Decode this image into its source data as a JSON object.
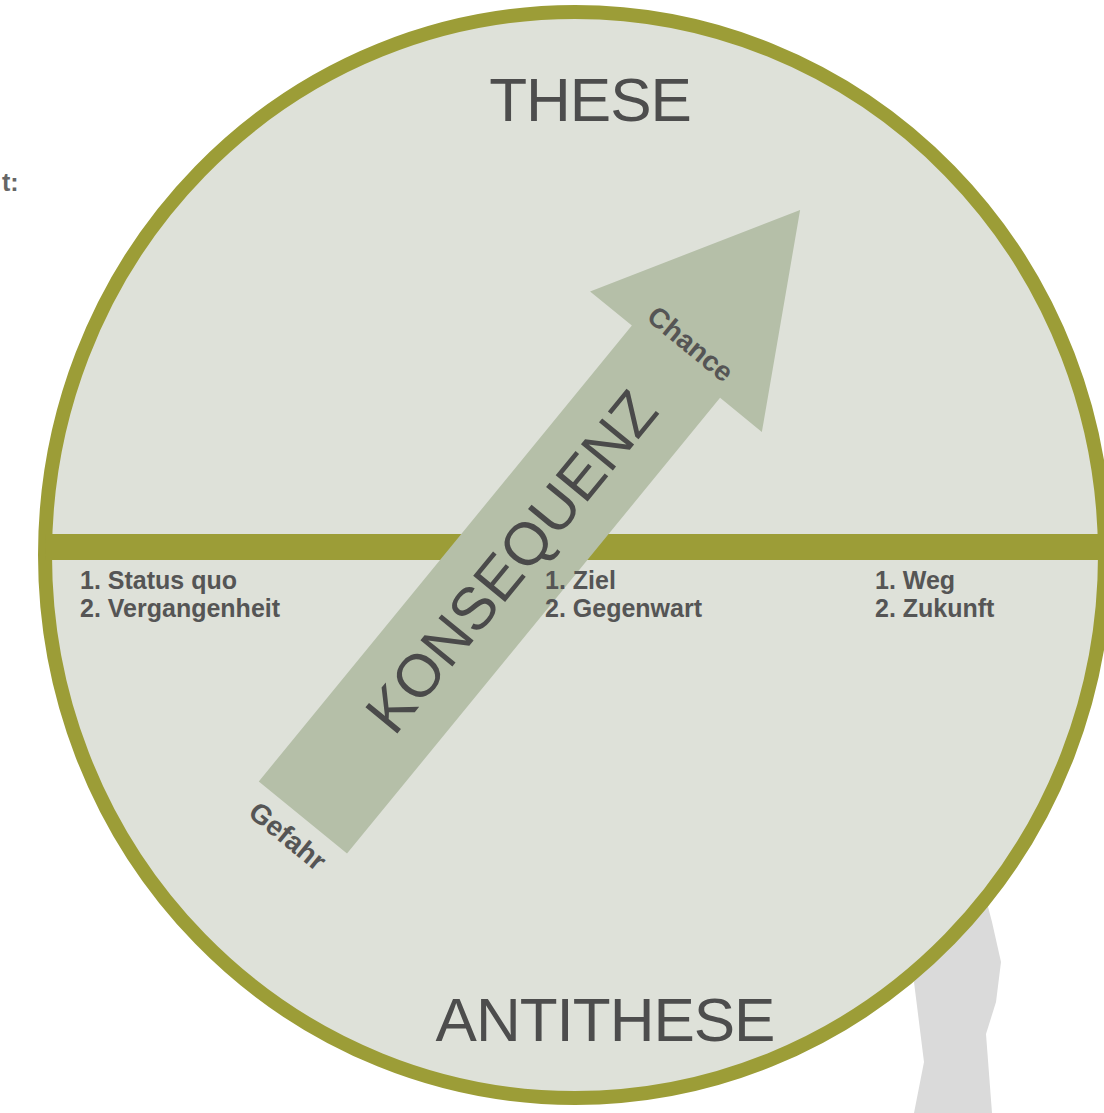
{
  "diagram": {
    "nodes": [
      {
        "text": [
          "THESE",
          "ANTITHESE"
        ]
      },
      {
        "text": [
          "KONSEQUENZ",
          "Chance",
          "Gefahr"
        ],
        "in": 0
      }
    ],
    "labels": [
      "t:",
      "1. Status quo",
      "2. Vergangenheit",
      "1. Ziel",
      "2. Gegenwart",
      "1. Weg",
      "2. Zukunft"
    ]
  }
}
